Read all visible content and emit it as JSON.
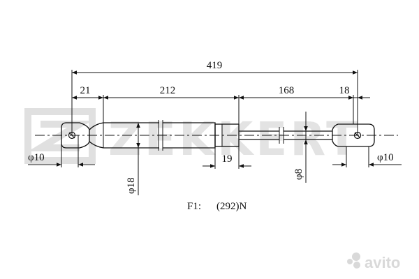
{
  "watermark": {
    "brand": "ZEKKERT"
  },
  "dimensions": {
    "overall": "419",
    "left_end": "21",
    "main_body": "212",
    "rod": "168",
    "right_end": "18",
    "collar": "19"
  },
  "diameters": {
    "left_eye": "φ10",
    "right_eye": "φ10",
    "body": "φ18",
    "rod": "φ8"
  },
  "force": {
    "label": "F1:",
    "value": "(292)N"
  },
  "watermark_corner": "avito"
}
